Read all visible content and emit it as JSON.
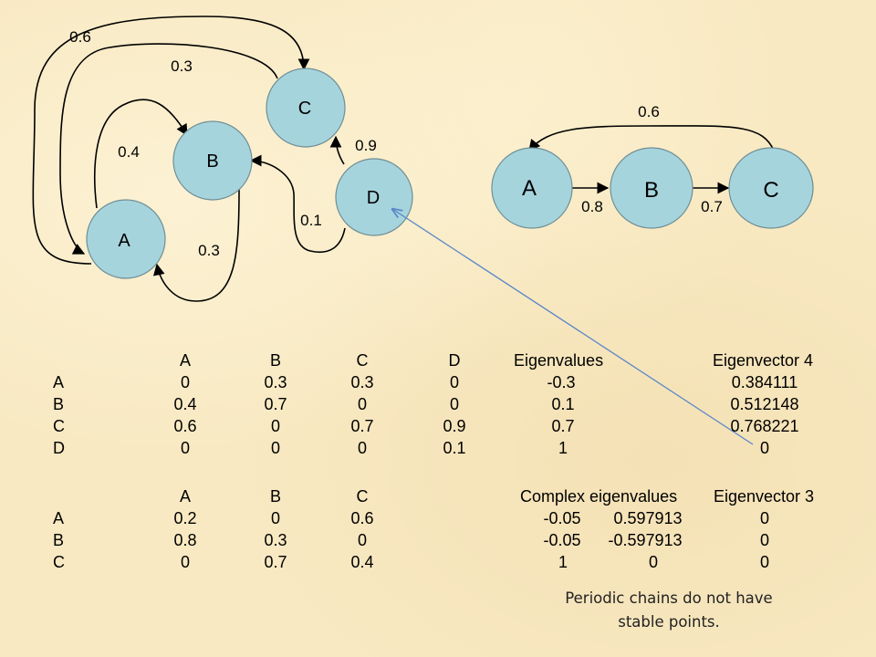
{
  "diagram1": {
    "nodes": {
      "A": "A",
      "B": "B",
      "C": "C",
      "D": "D"
    },
    "edges": {
      "a_c_outer": "0.6",
      "c_a_inner": "0.3",
      "a_b": "0.4",
      "b_a": "0.3",
      "d_c": "0.9",
      "d_b": "0.1"
    }
  },
  "diagram2": {
    "nodes": {
      "A": "A",
      "B": "B",
      "C": "C"
    },
    "edges": {
      "c_a": "0.6",
      "a_b": "0.8",
      "b_c": "0.7"
    }
  },
  "table1": {
    "columns": [
      "A",
      "B",
      "C",
      "D"
    ],
    "eigenvalues_header": "Eigenvalues",
    "eigenvector_header": "Eigenvector 4",
    "rows": [
      {
        "label": "A",
        "values": [
          "0",
          "0.3",
          "0.3",
          "0"
        ],
        "eigenvalue": "-0.3",
        "eigenvector": "0.384111"
      },
      {
        "label": "B",
        "values": [
          "0.4",
          "0.7",
          "0",
          "0"
        ],
        "eigenvalue": "0.1",
        "eigenvector": "0.512148"
      },
      {
        "label": "C",
        "values": [
          "0.6",
          "0",
          "0.7",
          "0.9"
        ],
        "eigenvalue": "0.7",
        "eigenvector": "0.768221"
      },
      {
        "label": "D",
        "values": [
          "0",
          "0",
          "0",
          "0.1"
        ],
        "eigenvalue": "1",
        "eigenvector": "0"
      }
    ]
  },
  "table2": {
    "columns": [
      "A",
      "B",
      "C"
    ],
    "eigenvalues_header": "Complex eigenvalues",
    "eigenvector_header": "Eigenvector 3",
    "rows": [
      {
        "label": "A",
        "values": [
          "0.2",
          "0",
          "0.6"
        ],
        "eig_re": "-0.05",
        "eig_im": "0.597913",
        "eigenvector": "0"
      },
      {
        "label": "B",
        "values": [
          "0.8",
          "0.3",
          "0"
        ],
        "eig_re": "-0.05",
        "eig_im": "-0.597913",
        "eigenvector": "0"
      },
      {
        "label": "C",
        "values": [
          "0",
          "0.7",
          "0.4"
        ],
        "eig_re": "1",
        "eig_im": "0",
        "eigenvector": "0"
      }
    ]
  },
  "note": {
    "line1": "Periodic chains do not have",
    "line2": "stable points."
  },
  "colors": {
    "node_fill": "#a6d4dd",
    "node_stroke": "#6f8e95",
    "pointer_line": "#5a87c8",
    "background": "#f8e9c2"
  }
}
